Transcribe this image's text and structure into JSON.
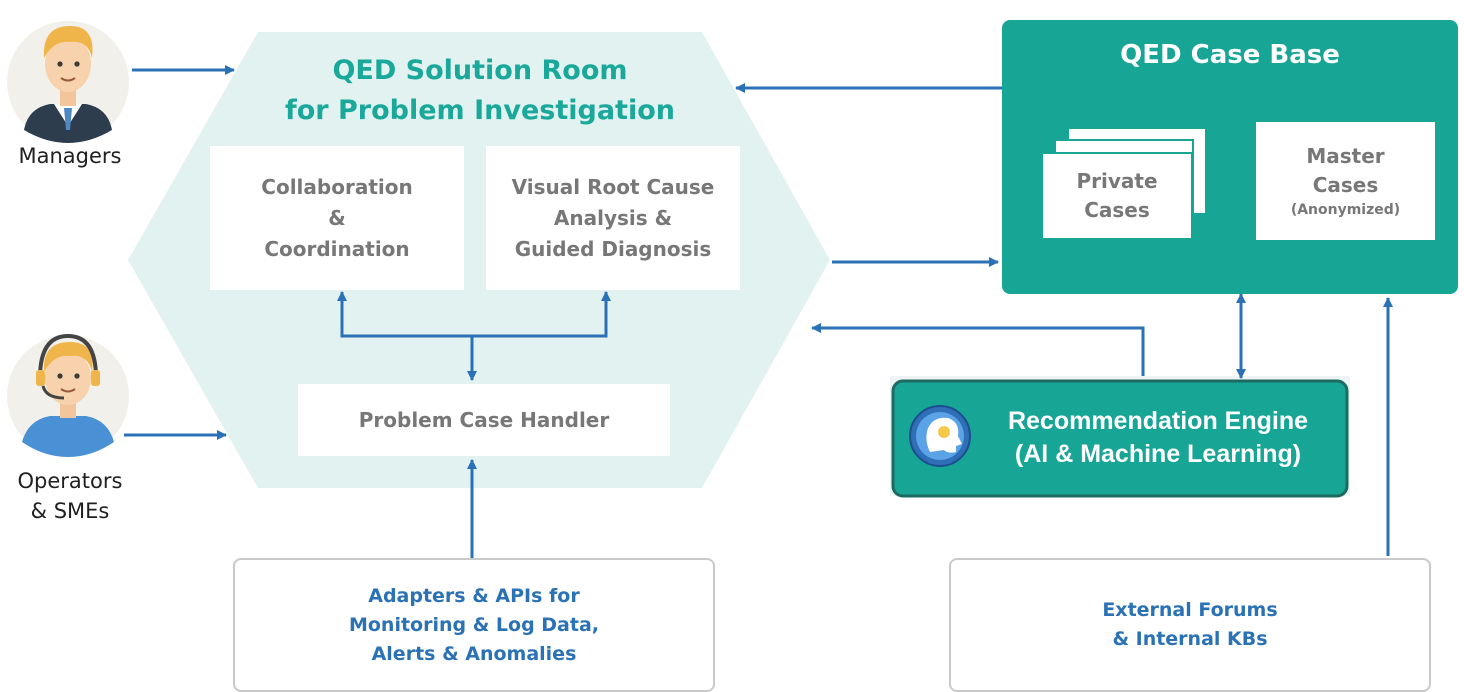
{
  "personas": {
    "managers": {
      "label": "Managers",
      "icon": "manager-avatar-icon"
    },
    "operators": {
      "label_line1": "Operators",
      "label_line2": "& SMEs",
      "icon": "operator-headset-avatar-icon"
    }
  },
  "solution_room": {
    "title_line1": "QED Solution Room",
    "title_line2": "for Problem Investigation",
    "collab": {
      "line1": "Collaboration",
      "line2": "&",
      "line3": "Coordination"
    },
    "rca": {
      "line1": "Visual Root Cause",
      "line2": "Analysis &",
      "line3": "Guided Diagnosis"
    },
    "handler": "Problem Case Handler"
  },
  "case_base": {
    "title": "QED Case Base",
    "private": {
      "line1": "Private",
      "line2": "Cases"
    },
    "master": {
      "line1": "Master",
      "line2": "Cases",
      "line3": "(Anonymized)"
    }
  },
  "engine": {
    "line1": "Recommendation Engine",
    "line2": "(AI & Machine Learning)",
    "icon": "brain-lightbulb-icon"
  },
  "adapters": {
    "line1": "Adapters & APIs for",
    "line2": "Monitoring & Log Data,",
    "line3": "Alerts & Anomalies"
  },
  "external": {
    "line1": "External Forums",
    "line2": "& Internal KBs"
  },
  "colors": {
    "teal": "#1aa89a",
    "hex_fill": "#e1f2f1",
    "arrow": "#2a72b5",
    "engine_fill": "#17a596"
  }
}
